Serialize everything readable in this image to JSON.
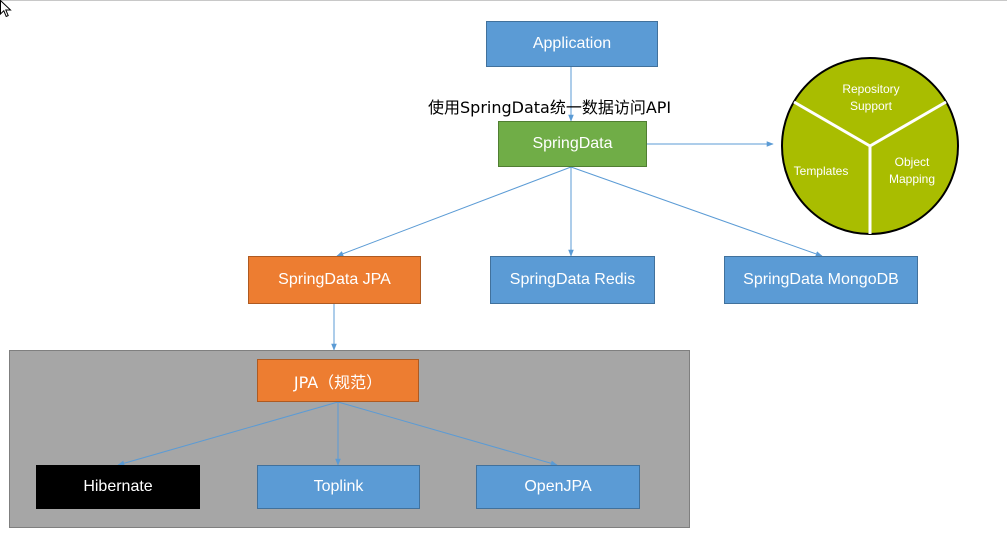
{
  "nodes": {
    "application": "Application",
    "springdata": "SpringData",
    "springdata_jpa": "SpringData JPA",
    "springdata_redis": "SpringData Redis",
    "springdata_mongodb": "SpringData MongoDB",
    "jpa_spec": "JPA（规范）",
    "hibernate": "Hibernate",
    "toplink": "Toplink",
    "openjpa": "OpenJPA"
  },
  "edge_label": "使用SpringData统一数据访问API",
  "feature_wheel": {
    "repository_line1": "Repository",
    "repository_line2": "Support",
    "templates": "Templates",
    "object_mapping_line1": "Object",
    "object_mapping_line2": "Mapping"
  },
  "colors": {
    "blue": "#5b9bd5",
    "green": "#70ad47",
    "orange": "#ed7d31",
    "black": "#000000",
    "panel_gray": "#a6a6a6",
    "wheel": "#a9bd00",
    "connector": "#5b9bd5"
  },
  "icons": [
    "mouse-cursor-icon"
  ]
}
